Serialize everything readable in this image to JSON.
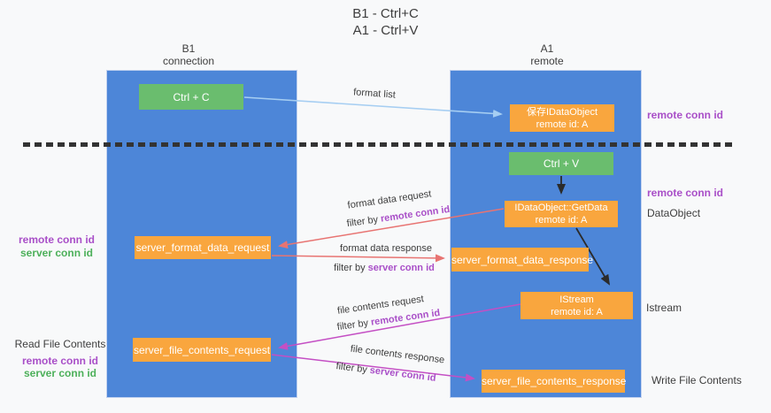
{
  "colors": {
    "lane_blue": "#4d86d8",
    "box_orange": "#f9a63e",
    "box_green": "#6abd6e",
    "arrow_light_blue": "#a6cef2",
    "arrow_salmon": "#e87472",
    "arrow_magenta": "#c44fc4",
    "arrow_black": "#2b2b2b",
    "text_purple": "#a94fc8",
    "text_green": "#4db05a",
    "text_dark": "#3d3d3d"
  },
  "title": {
    "line1": "B1 - Ctrl+C",
    "line2": "A1 - Ctrl+V"
  },
  "lanes": {
    "left": {
      "header_line1": "B1",
      "header_line2": "connection"
    },
    "right": {
      "header_line1": "A1",
      "header_line2": "remote"
    }
  },
  "nodes": {
    "ctrl_c": {
      "label": "Ctrl + C"
    },
    "ctrl_v": {
      "label": "Ctrl + V"
    },
    "save_dataobject": {
      "line1": "保存IDataObject",
      "line2": "remote id: A"
    },
    "getdata": {
      "line1": "IDataObject::GetData",
      "line2": "remote id: A"
    },
    "istream": {
      "line1": "IStream",
      "line2": "remote id: A"
    },
    "format_request": {
      "label": "server_format_data_request"
    },
    "format_response": {
      "label": "server_format_data_response"
    },
    "file_request": {
      "label": "server_file_contents_request"
    },
    "file_response": {
      "label": "server_file_contents_response"
    }
  },
  "arrow_labels": {
    "format_list": "format list",
    "format_data_request": "format data request",
    "format_data_request_filter": {
      "prefix": "filter by ",
      "value": "remote conn id"
    },
    "format_data_response": "format data response",
    "format_data_response_filter": {
      "prefix": "filter by ",
      "value": "server conn id"
    },
    "file_contents_request": "file contents request",
    "file_contents_request_filter": {
      "prefix": "filter by ",
      "value": "remote conn id"
    },
    "file_contents_response": "file contents response",
    "file_contents_response_filter": {
      "prefix": "filter by ",
      "value": "server conn id"
    }
  },
  "annotations": {
    "right_remote_conn_id_top": "remote conn id",
    "right_remote_conn_id_mid": "remote conn id",
    "right_dataobject": "DataObject",
    "right_istream": "Istream",
    "right_write_file_contents": "Write File Contents",
    "left_remote_conn_id_top": "remote conn id",
    "left_server_conn_id_top": "server conn id",
    "left_read_file_contents": "Read File Contents",
    "left_remote_conn_id_bottom": "remote conn id",
    "left_server_conn_id_bottom": "server conn id"
  }
}
